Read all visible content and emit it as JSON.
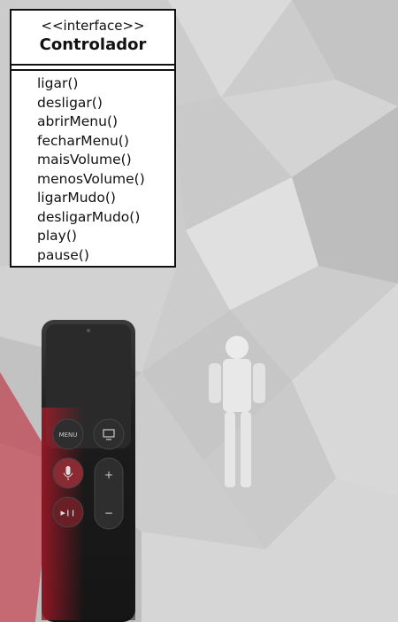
{
  "uml": {
    "stereotype": "<<interface>>",
    "name": "Controlador",
    "operations": [
      "ligar()",
      "desligar()",
      "abrirMenu()",
      "fecharMenu()",
      "maisVolume()",
      "menosVolume()",
      "ligarMudo()",
      "desligarMudo()",
      "play()",
      "pause()"
    ]
  },
  "remote": {
    "menu_label": "MENU",
    "plus_label": "+",
    "minus_label": "−",
    "play_label": "▶❙❙"
  },
  "colors": {
    "accent": "#c0182a",
    "remote_body": "#1b1b1b"
  }
}
